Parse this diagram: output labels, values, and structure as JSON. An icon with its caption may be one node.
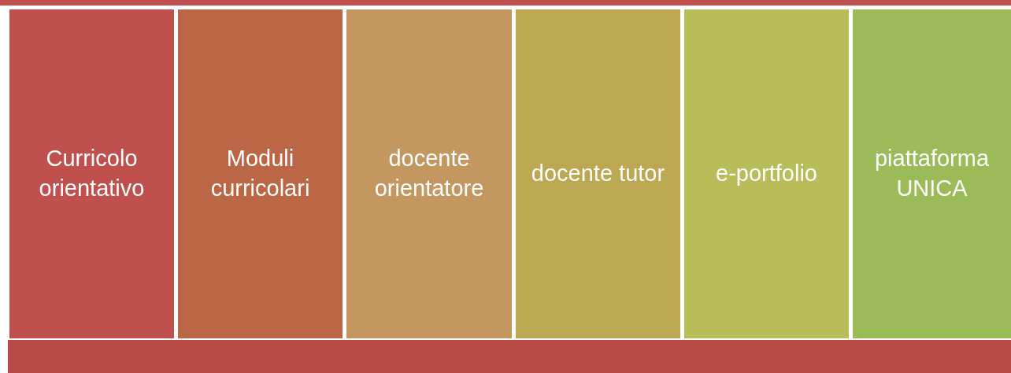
{
  "diagram": {
    "nodes": [
      {
        "text": [],
        "shape": "bar"
      },
      {
        "text": [
          "Curricolo orientativo"
        ]
      },
      {
        "text": [
          "Moduli curricolari"
        ]
      },
      {
        "text": [
          "docente orientatore"
        ]
      },
      {
        "text": [
          "docente tutor"
        ]
      },
      {
        "text": [
          "e-portfolio"
        ]
      },
      {
        "text": [
          "piattaforma UNICA"
        ]
      },
      {
        "text": [],
        "shape": "bar"
      }
    ],
    "edges": []
  }
}
